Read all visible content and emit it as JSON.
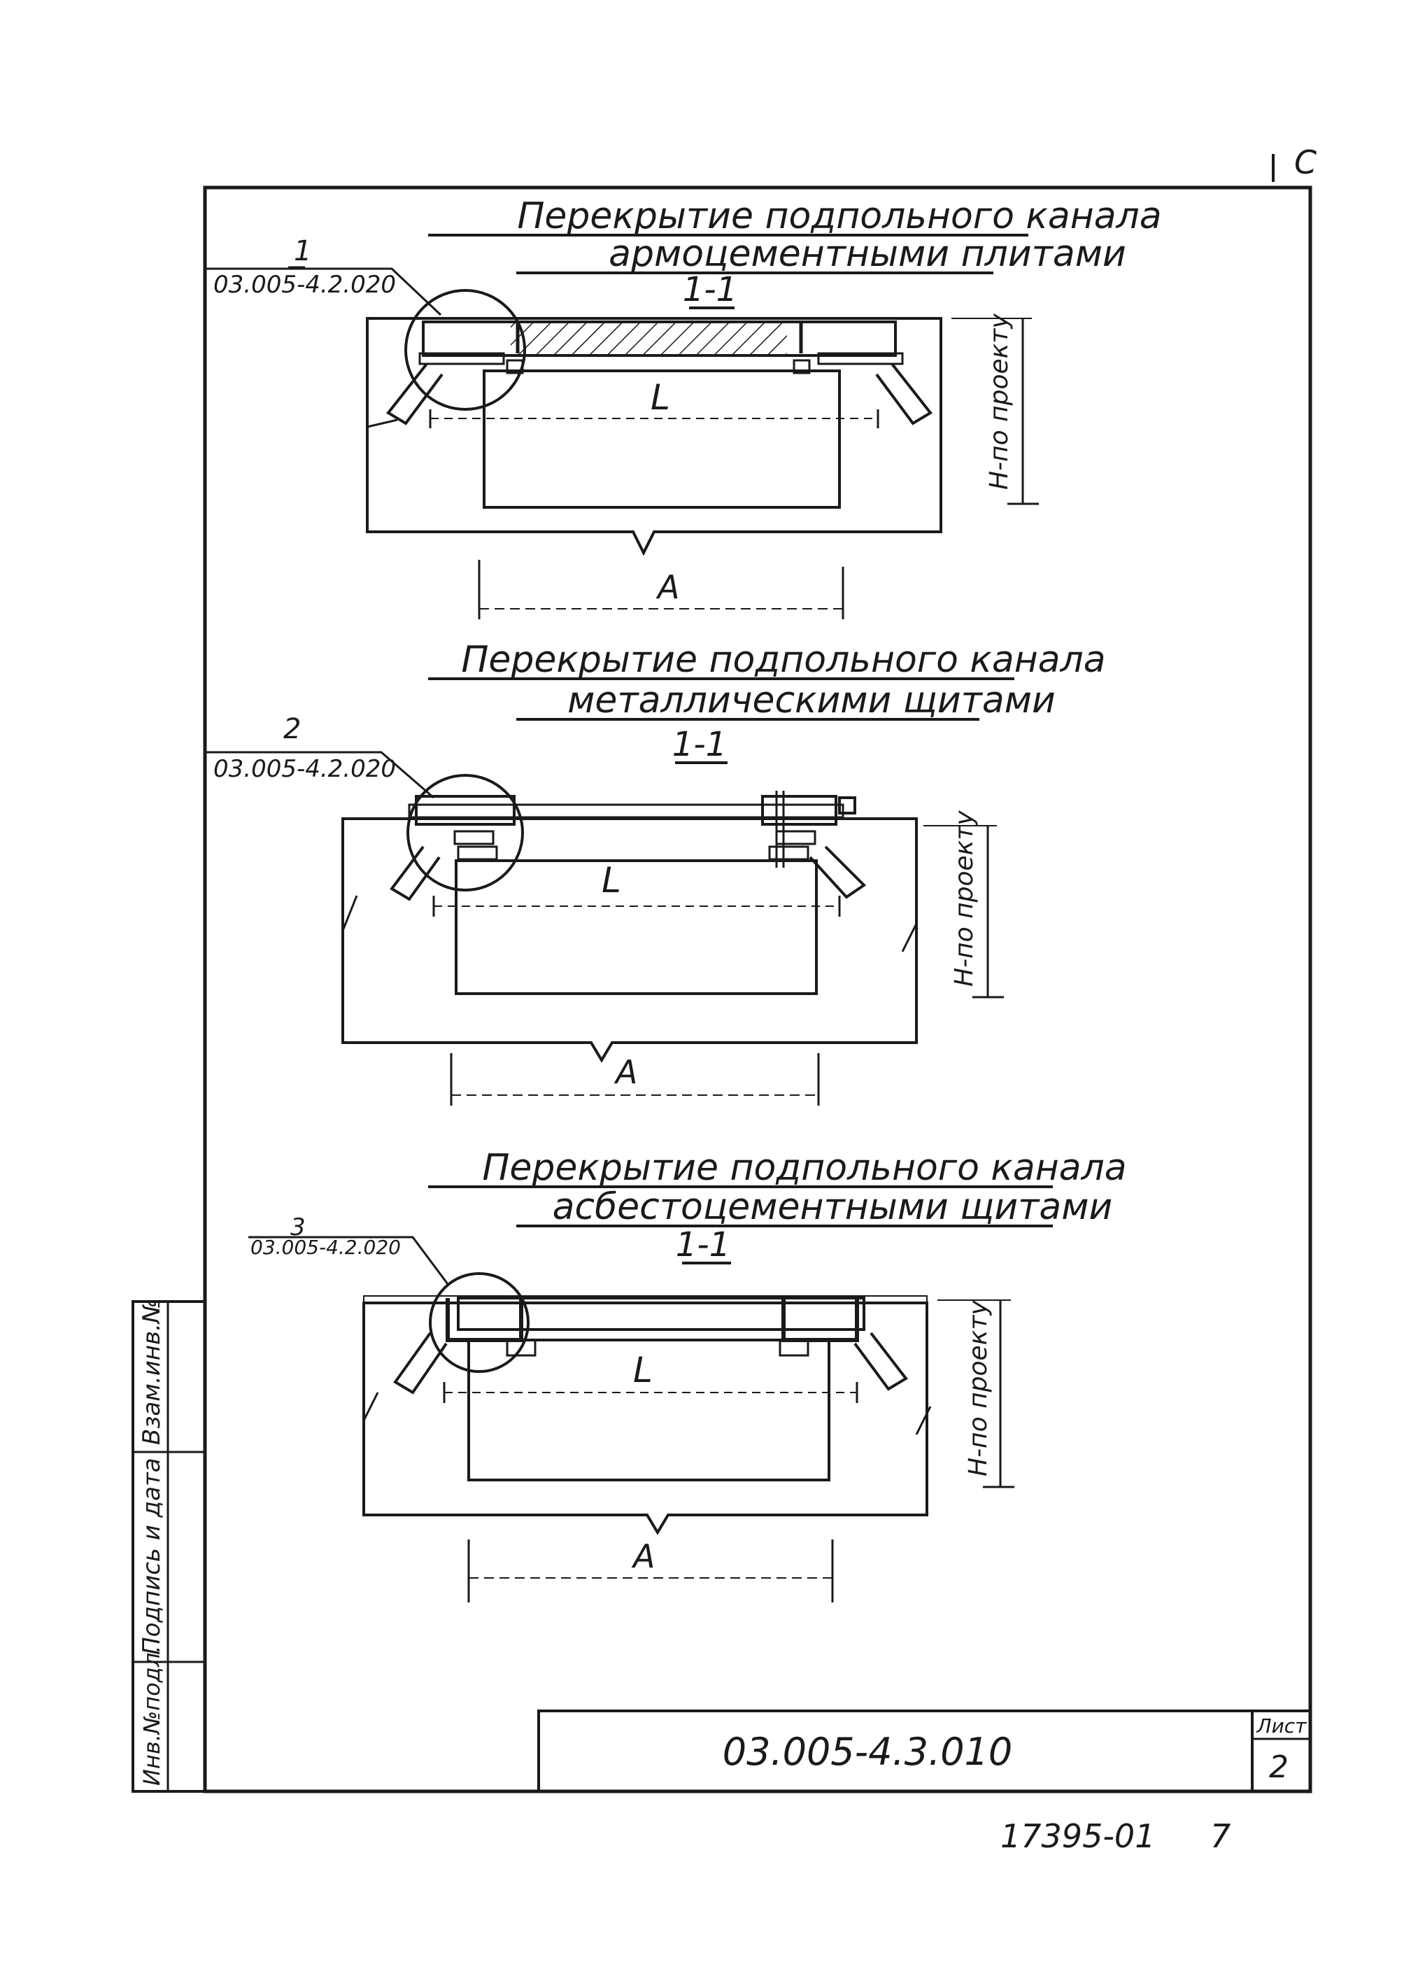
{
  "corner_mark": "С",
  "sections": [
    {
      "title_line1": "Перекрытие подпольного канала",
      "title_line2": "армоцементными плитами",
      "section_label": "1-1",
      "callout_number": "1",
      "callout_ref": "03.005-4.2.020",
      "dim_inner": "L",
      "dim_width": "A",
      "dim_height": "Н-по проекту"
    },
    {
      "title_line1": "Перекрытие подпольного канала",
      "title_line2": "металлическими щитами",
      "section_label": "1-1",
      "callout_number": "2",
      "callout_ref": "03.005-4.2.020",
      "dim_inner": "L",
      "dim_width": "A",
      "dim_height": "Н-по проекту"
    },
    {
      "title_line1": "Перекрытие подпольного канала",
      "title_line2": "асбестоцементными щитами",
      "section_label": "1-1",
      "callout_number": "3",
      "callout_ref": "03.005-4.2.020",
      "dim_inner": "L",
      "dim_width": "A",
      "dim_height": "Н-по проекту"
    }
  ],
  "side_stamp": {
    "cell1": "Взам.инв.№",
    "cell2": "Подпись и дата",
    "cell3": "Инв.№подл."
  },
  "title_block": {
    "doc_number": "03.005-4.3.010",
    "sheet_label": "Лист",
    "sheet_number": "2"
  },
  "footer": {
    "archive_number": "17395-01",
    "page": "7"
  }
}
